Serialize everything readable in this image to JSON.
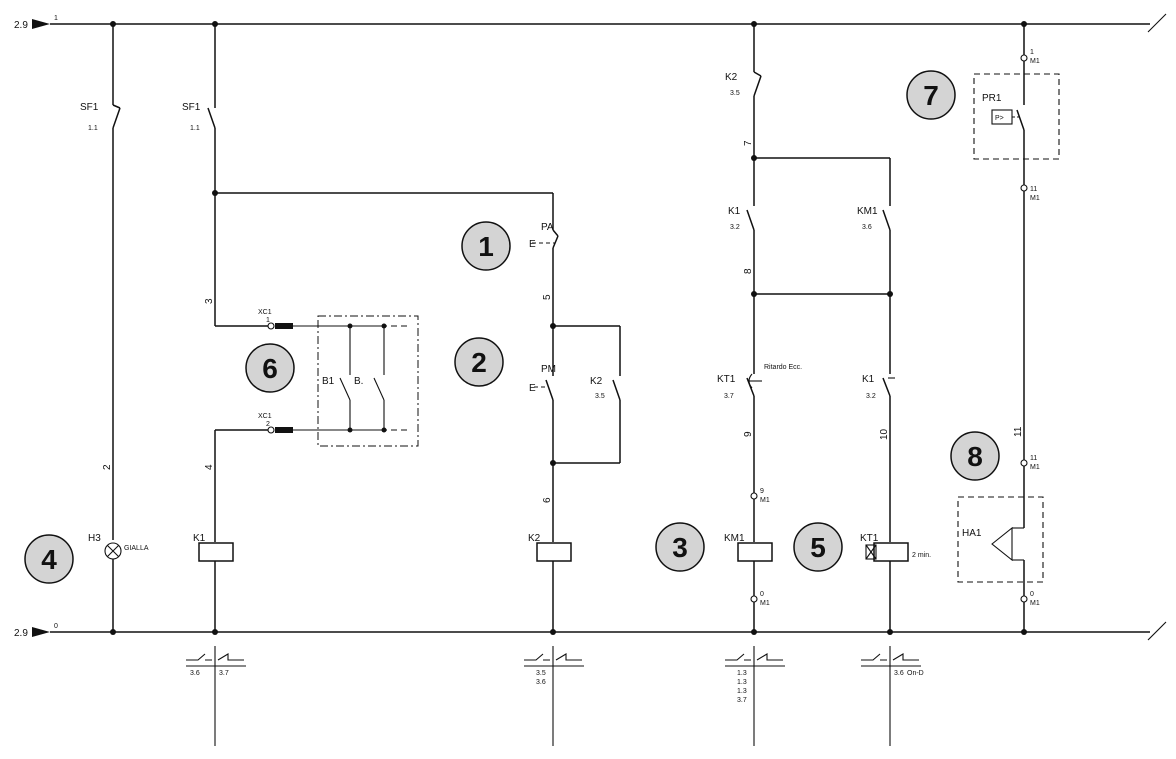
{
  "power_rails": {
    "top": {
      "sheet_ref": "2.9",
      "wire": "1"
    },
    "bottom": {
      "sheet_ref": "2.9",
      "wire": "0"
    }
  },
  "callouts": [
    "1",
    "2",
    "3",
    "4",
    "5",
    "6",
    "7",
    "8"
  ],
  "components": {
    "sf1_left": {
      "name": "SF1",
      "ref": "1.1"
    },
    "sf1_right": {
      "name": "SF1",
      "ref": "1.1"
    },
    "h3": {
      "name": "H3",
      "desc": "GIALLA"
    },
    "k1_coil": {
      "name": "K1"
    },
    "pa": {
      "name": "PA"
    },
    "pm": {
      "name": "PM"
    },
    "k2_par": {
      "name": "K2",
      "ref": "3.5"
    },
    "k2_coil": {
      "name": "K2"
    },
    "b1": {
      "name": "B1"
    },
    "b_second": {
      "name": "B."
    },
    "xc1_1": {
      "name": "XC1",
      "pin": "1"
    },
    "xc1_2": {
      "name": "XC1",
      "pin": "2"
    },
    "k2_top": {
      "name": "K2",
      "ref": "3.5"
    },
    "k1_a": {
      "name": "K1",
      "ref": "3.2"
    },
    "km1_a": {
      "name": "KM1",
      "ref": "3.6"
    },
    "kt1_contact": {
      "name": "KT1",
      "ref": "3.7",
      "desc": "Ritardo Ecc."
    },
    "k1_b": {
      "name": "K1",
      "ref": "3.2"
    },
    "km1_coil": {
      "name": "KM1"
    },
    "kt1_coil": {
      "name": "KT1",
      "desc": "2 min."
    },
    "pr1": {
      "name": "PR1",
      "symbol": "P>"
    },
    "ha1": {
      "name": "HA1"
    }
  },
  "wire_numbers": {
    "w2": "2",
    "w3": "3",
    "w4": "4",
    "w5": "5",
    "w6": "6",
    "w7": "7",
    "w8": "8",
    "w9": "9",
    "w10": "10",
    "w11": "11"
  },
  "terminals": {
    "m1_1": {
      "pin": "1",
      "block": "M1"
    },
    "m1_11a": {
      "pin": "11",
      "block": "M1"
    },
    "m1_11b": {
      "pin": "11",
      "block": "M1"
    },
    "m1_0a": {
      "pin": "0",
      "block": "M1"
    },
    "m1_9": {
      "pin": "9",
      "block": "M1"
    },
    "m1_0b": {
      "pin": "0",
      "block": "M1"
    }
  },
  "contact_tables": {
    "k1": {
      "rows": [
        "3.6",
        "3.7"
      ]
    },
    "k2": {
      "rows": [
        "3.5",
        "3.6"
      ]
    },
    "km1": {
      "rows": [
        "1.3",
        "1.3",
        "1.3",
        "3.7"
      ]
    },
    "kt1": {
      "rows": [
        "3.6",
        "On-D"
      ]
    }
  }
}
